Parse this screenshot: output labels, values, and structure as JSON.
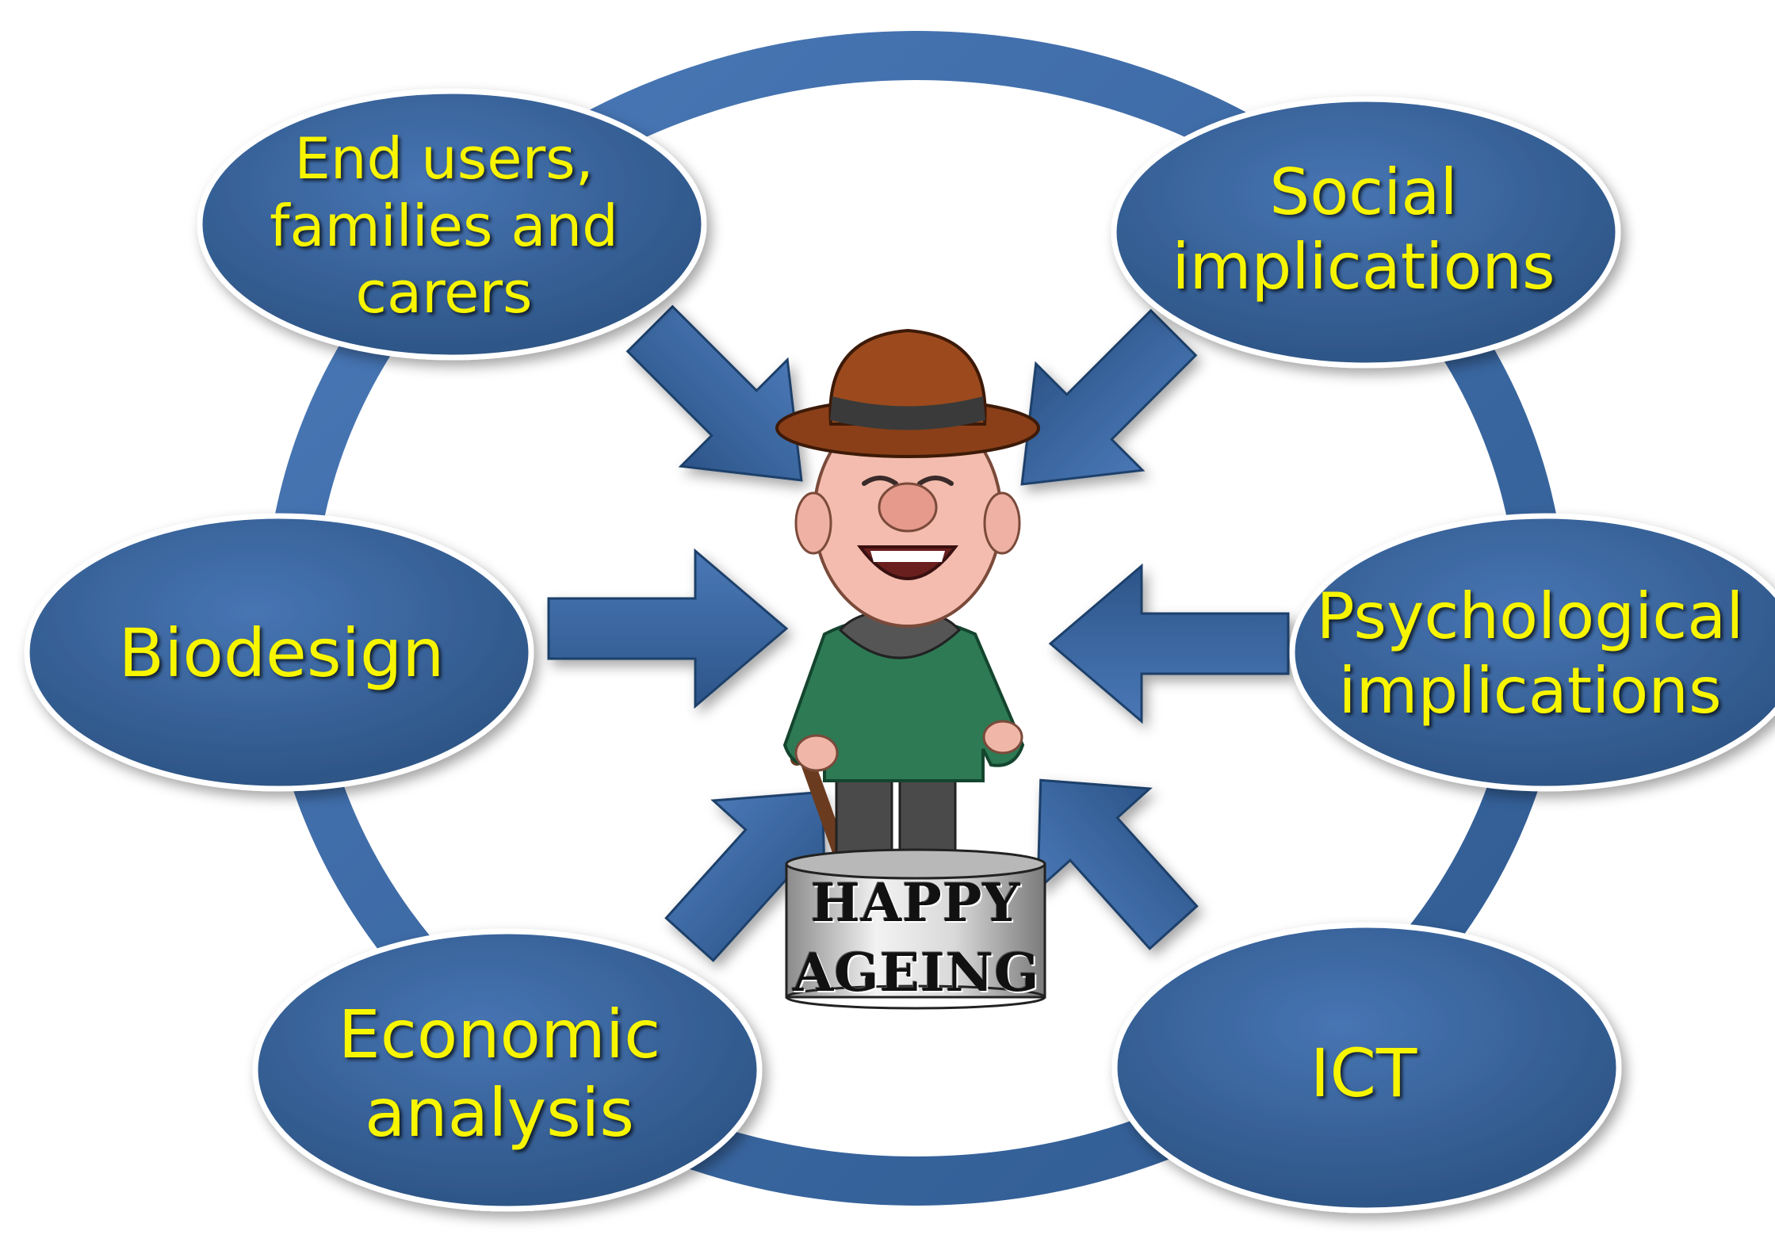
{
  "diagram": {
    "center": {
      "base_line1": "HAPPY",
      "base_line2": "AGEING"
    },
    "nodes": [
      {
        "id": "end-users",
        "lines": [
          "End users,",
          "families and",
          "carers"
        ]
      },
      {
        "id": "social",
        "lines": [
          "Social",
          "implications"
        ]
      },
      {
        "id": "biodesign",
        "lines": [
          "Biodesign"
        ]
      },
      {
        "id": "psychological",
        "lines": [
          "Psychological",
          "implications"
        ]
      },
      {
        "id": "economic",
        "lines": [
          "Economic",
          "analysis"
        ]
      },
      {
        "id": "ict",
        "lines": [
          "ICT"
        ]
      }
    ],
    "colors": {
      "node_fill": "#355f97",
      "ring": "#3e6aa6",
      "text": "#f7f500",
      "arrow": "#3d69a6"
    }
  }
}
